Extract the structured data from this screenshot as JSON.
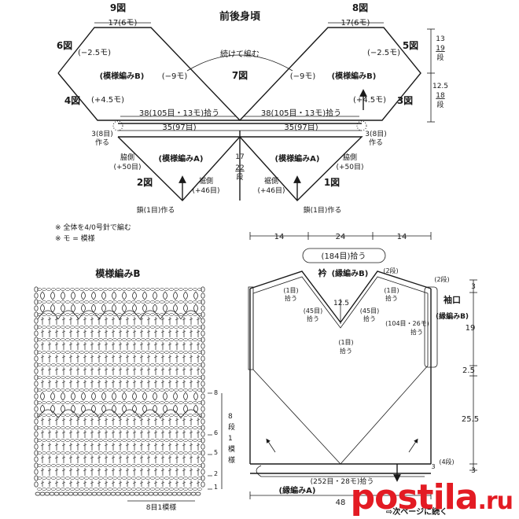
{
  "top": {
    "title": "前後身頃",
    "fig9": "9図",
    "fig8": "8図",
    "fig7": "7図",
    "fig6": "6図",
    "fig5": "5図",
    "fig4": "4図",
    "fig3": "3図",
    "fig2": "2図",
    "fig1": "1図",
    "w17_l": "17(6モ)",
    "w17_r": "17(6モ)",
    "dec_l": "(−2.5モ)",
    "dec_r": "(−2.5モ)",
    "pat_b_l": "(模様編みB)",
    "pat_b_r": "(模様編みB)",
    "minus9_l": "(−9モ)",
    "minus9_r": "(−9モ)",
    "cont": "続けて編む",
    "inc_l": "(+4.5モ)",
    "inc_r": "(+4.5モ)",
    "pick_l": "38(105目・13モ)拾う",
    "pick_r": "38(105目・13モ)拾う",
    "w35_l": "35(97目)",
    "w35_r": "35(97目)",
    "make3_l": "3(8目)",
    "make3_l2": "作る",
    "make3_r": "3(8目)",
    "make3_r2": "作る",
    "pat_a_l": "(模様編みA)",
    "pat_a_r": "(模様編みA)",
    "side_l": "脇側",
    "side_l2": "(+50目)",
    "side_r": "脇側",
    "side_r2": "(+50目)",
    "hem_l": "裾側",
    "hem_l2": "(+46目)",
    "hem_r": "裾側",
    "hem_r2": "(+46目)",
    "c17": "17",
    "c22": "22",
    "c22b": "段",
    "chain_l": "鎖(1目)作る",
    "chain_r": "鎖(1目)作る",
    "h13": "13",
    "h19": "19",
    "h19b": "段",
    "h12_5": "12.5",
    "h18": "18",
    "h18b": "段"
  },
  "notes": [
    "※ 全体を4/0号針で編む",
    "※ モ = 模様"
  ],
  "pattern_b": {
    "title": "模様編みB",
    "rows_8": "8",
    "rows_6": "6",
    "rows_5": "5",
    "rows_2": "2",
    "rows_1": "1",
    "rep_a": "8",
    "rep_b": "段",
    "rep_c": "1",
    "rep_d": "模",
    "rep_e": "様",
    "bottom": "8目1模様"
  },
  "vest": {
    "w14_l": "14",
    "w24": "24",
    "w14_r": "14",
    "collar_pick": "(184目)拾う",
    "collar": "衿",
    "collar_b": "(縁編みB)",
    "two_rows": "(2段)",
    "one_l": "(1目)",
    "one_l2": "拾う",
    "one_r": "(1目)",
    "one_r2": "拾う",
    "h12_5": "12.5",
    "p45_l": "(45目)",
    "p45_l2": "拾う",
    "p45_r": "(45目)",
    "p45_r2": "拾う",
    "c_one": "(1目)",
    "c_one2": "拾う",
    "arm_pick": "(104目・26モ)",
    "arm_pick2": "拾う",
    "two_rows_r": "(2段)",
    "cuff": "袖口",
    "cuff_b": "(縁編みB)",
    "h3": "3",
    "h19": "19",
    "h2_5": "2.5",
    "h25_5": "25.5",
    "h3b": "3",
    "four_rows": "(4段)",
    "three": "3",
    "hem_pick": "(252目・28モ)拾う",
    "edge_a": "(縁編みA)",
    "w48": "48",
    "next": "⇨次ページに続く"
  },
  "watermark": {
    "main": "postila",
    "tld": ".ru",
    "color": "#e31b23"
  }
}
